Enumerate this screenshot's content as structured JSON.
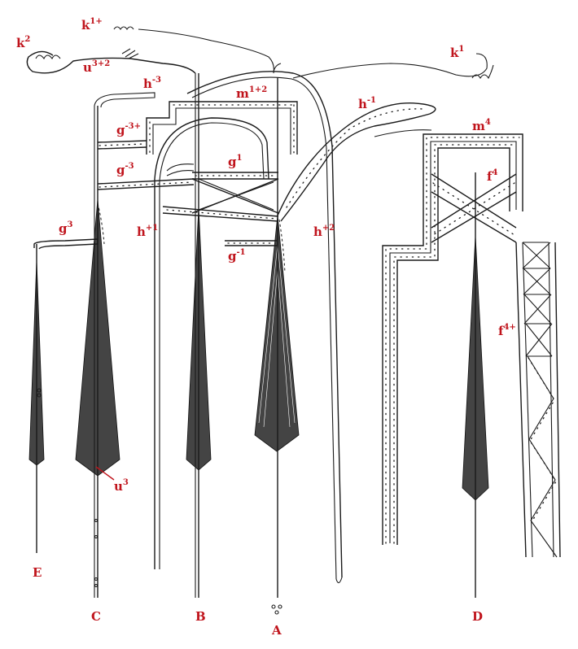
{
  "labels": {
    "k1plus": {
      "base": "k",
      "sup": "1+"
    },
    "k2": {
      "base": "k",
      "sup": "2"
    },
    "u3plus2": {
      "base": "u",
      "sup": "3+2"
    },
    "k1": {
      "base": "k",
      "sup": "1"
    },
    "h_neg3": {
      "base": "h",
      "sup": "-3"
    },
    "m1plus2": {
      "base": "m",
      "sup": "1+2"
    },
    "h_neg1": {
      "base": "h",
      "sup": "-1"
    },
    "g_neg3plus": {
      "base": "g",
      "sup": "-3+"
    },
    "m4": {
      "base": "m",
      "sup": "4"
    },
    "g1": {
      "base": "g",
      "sup": "1"
    },
    "g_neg3": {
      "base": "g",
      "sup": "-3"
    },
    "f4": {
      "base": "f",
      "sup": "4"
    },
    "h_plus1": {
      "base": "h",
      "sup": "+1"
    },
    "g3": {
      "base": "g",
      "sup": "3"
    },
    "h_plus2": {
      "base": "h",
      "sup": "+2"
    },
    "g_neg1": {
      "base": "g",
      "sup": "-1"
    },
    "f4plus": {
      "base": "f",
      "sup": "4+"
    },
    "u3": {
      "base": "u",
      "sup": "3"
    }
  },
  "feathers": {
    "E": "E",
    "C": "C",
    "B": "B",
    "A": "A",
    "D": "D"
  },
  "colors": {
    "label": "#c0141c",
    "ink": "#1a1a1a"
  }
}
